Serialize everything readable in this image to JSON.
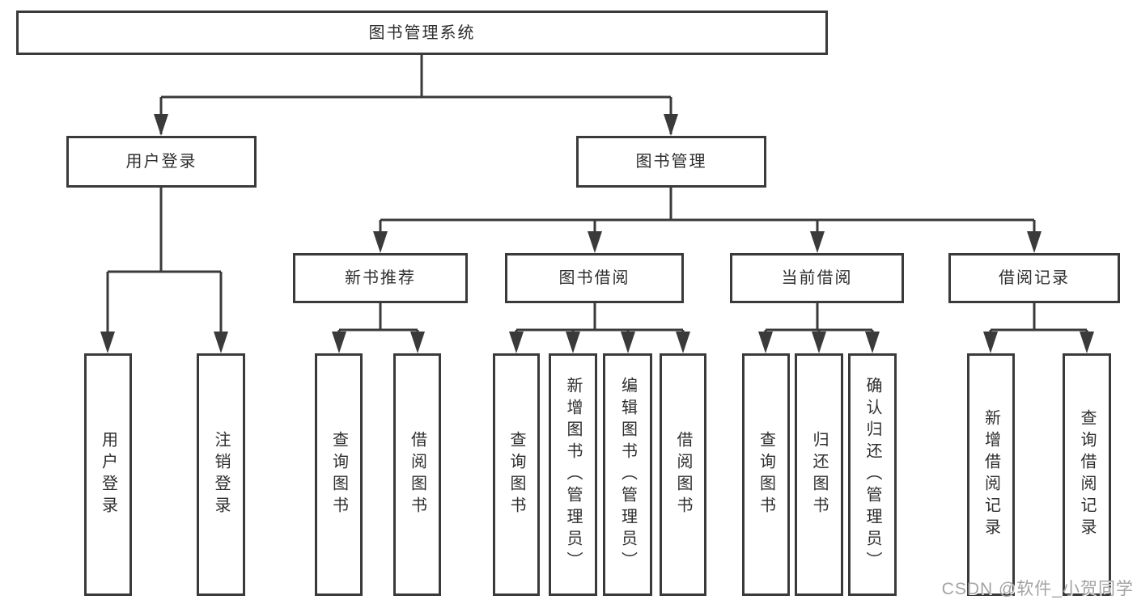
{
  "diagram": {
    "root": "图书管理系统",
    "branches": [
      {
        "label": "用户登录",
        "children": [
          "用户登录",
          "注销登录"
        ]
      },
      {
        "label": "图书管理",
        "children": [
          {
            "label": "新书推荐",
            "children": [
              "查询图书",
              "借阅图书"
            ]
          },
          {
            "label": "图书借阅",
            "children": [
              "查询图书",
              "新增图书（管理员）",
              "编辑图书（管理员）",
              "借阅图书"
            ]
          },
          {
            "label": "当前借阅",
            "children": [
              "查询图书",
              "归还图书",
              "确认归还（管理员）"
            ]
          },
          {
            "label": "借阅记录",
            "children": [
              "新增借阅记录",
              "查询借阅记录"
            ]
          }
        ]
      }
    ]
  },
  "watermark": {
    "text": "CSDN @软件_小贺同学"
  },
  "colors": {
    "line": "#3a3a3a",
    "box_border": "#3a3a3a",
    "text": "#2e2e2e",
    "watermark": "#a3a3a3",
    "background": "#ffffff"
  }
}
